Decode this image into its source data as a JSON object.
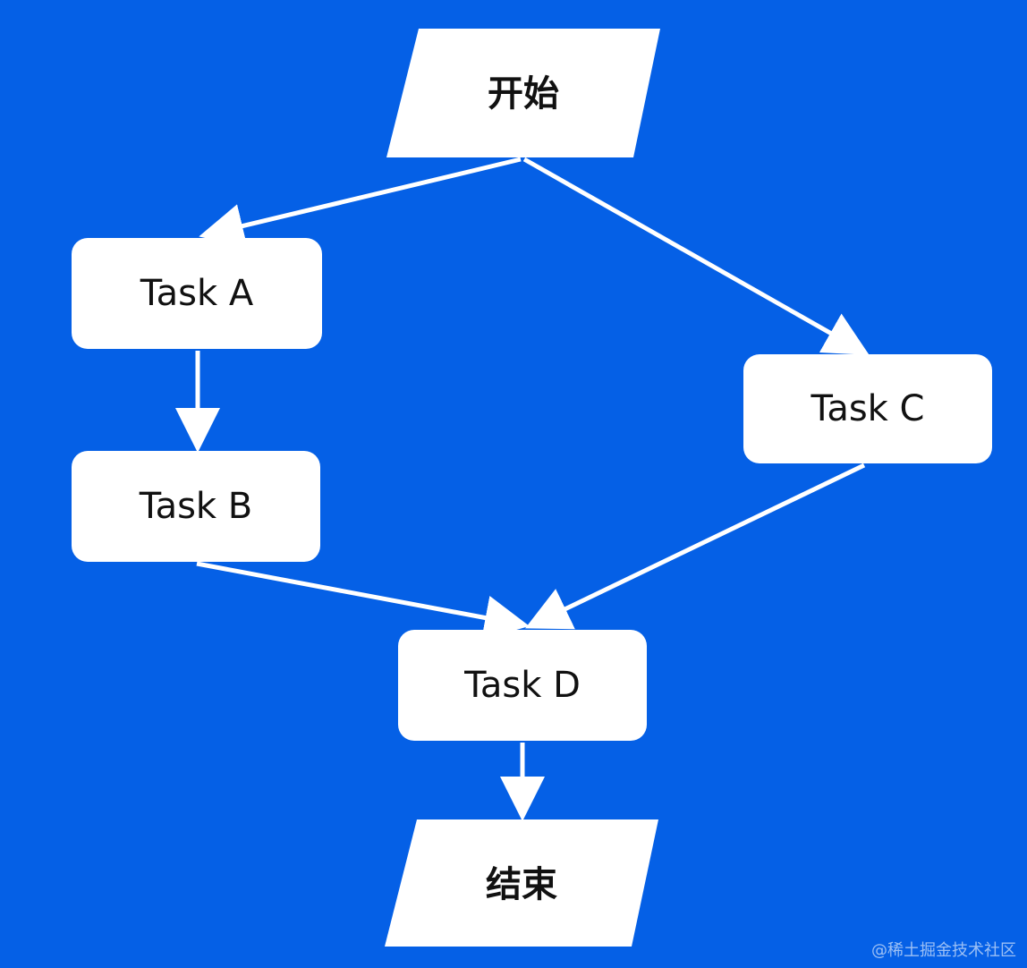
{
  "nodes": {
    "start": "开始",
    "task_a": "Task A",
    "task_b": "Task B",
    "task_c": "Task C",
    "task_d": "Task D",
    "end": "结束"
  },
  "edges": [
    {
      "from": "start",
      "to": "task_a"
    },
    {
      "from": "start",
      "to": "task_c"
    },
    {
      "from": "task_a",
      "to": "task_b"
    },
    {
      "from": "task_b",
      "to": "task_d"
    },
    {
      "from": "task_c",
      "to": "task_d"
    },
    {
      "from": "task_d",
      "to": "end"
    }
  ],
  "watermark": "@稀土掘金技术社区",
  "colors": {
    "background": "#0560e6",
    "node_fill": "#ffffff",
    "edge": "#ffffff",
    "text": "#111111"
  }
}
